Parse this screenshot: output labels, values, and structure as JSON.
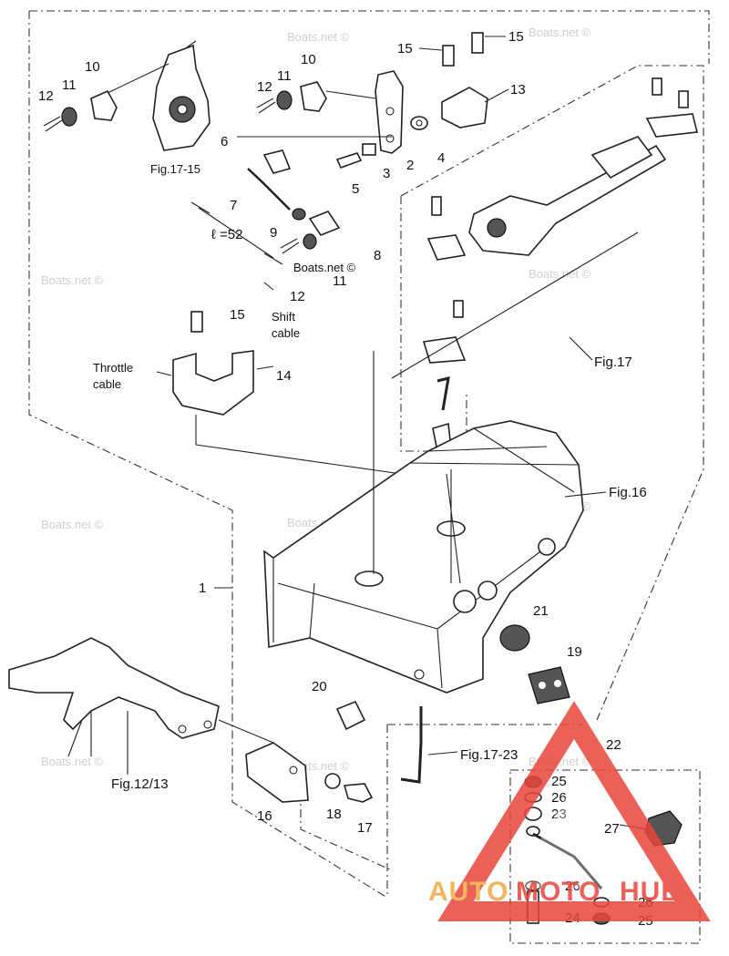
{
  "figure_refs": {
    "fig_17_15": "Fig.17-15",
    "fig_17": "Fig.17",
    "fig_16": "Fig.16",
    "fig_12_13": "Fig.12/13",
    "fig_17_23": "Fig.17-23"
  },
  "annotations": {
    "rod_length": "ℓ =52",
    "throttle_cable": [
      "Throttle",
      "cable"
    ],
    "shift_cable": [
      "Shift",
      "cable"
    ]
  },
  "part_numbers": {
    "n1": "1",
    "n2": "2",
    "n3": "3",
    "n4": "4",
    "n5": "5",
    "n6": "6",
    "n7": "7",
    "n8": "8",
    "n9": "9",
    "n10": "10",
    "n11": "11",
    "n12": "12",
    "n13": "13",
    "n14": "14",
    "n15": "15",
    "n16": "16",
    "n17": "17",
    "n18": "18",
    "n19": "19",
    "n20": "20",
    "n21": "21",
    "n22": "22",
    "n23": "23",
    "n24": "24",
    "n25": "25",
    "n26": "26",
    "n27": "27"
  },
  "watermark": {
    "text": "Boats.net ©",
    "inline_copy": "Boats.net ©"
  },
  "logo": {
    "text_auto": "AUTO",
    "text_moto": "MOTO",
    "text_hub": "HUB",
    "color_red": "#e8453a",
    "color_orange": "#f4a742"
  }
}
